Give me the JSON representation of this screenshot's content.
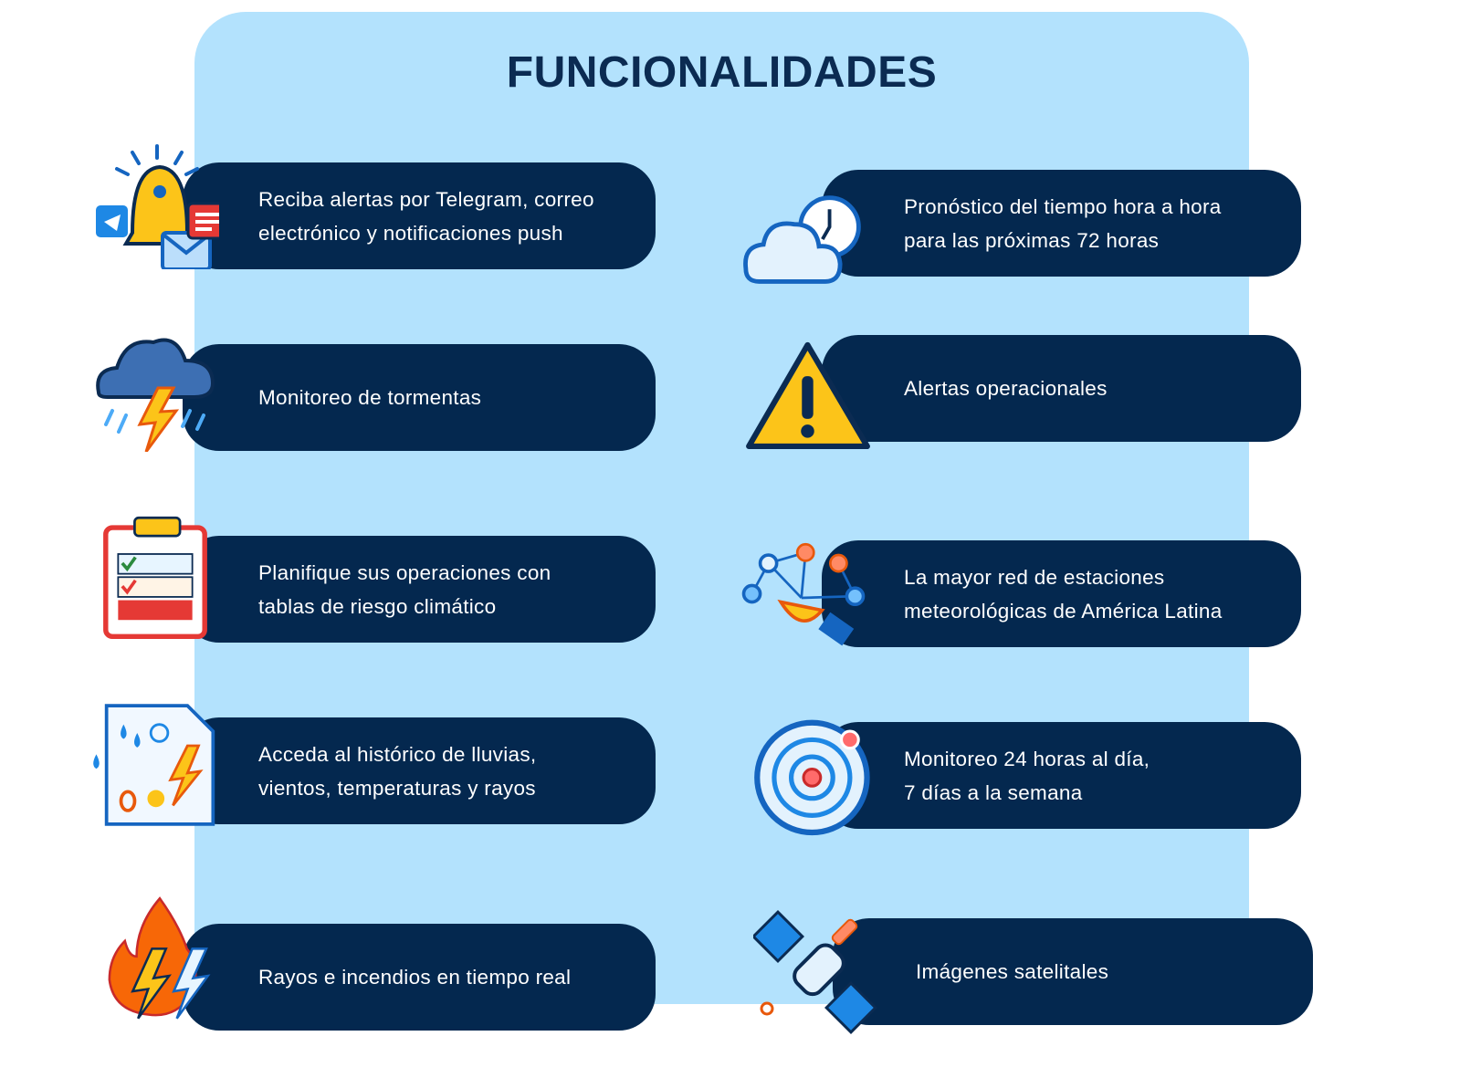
{
  "title": "FUNCIONALIDADES",
  "features_left": [
    {
      "line1": "Reciba alertas por Telegram, correo",
      "line2": "electrónico y notificaciones push",
      "icon": "bell-notifications-icon"
    },
    {
      "line1": "Monitoreo de tormentas",
      "line2": "",
      "icon": "storm-cloud-icon"
    },
    {
      "line1": "Planifique sus operaciones con",
      "line2": "tablas de riesgo climático",
      "icon": "clipboard-icon"
    },
    {
      "line1": "Acceda al histórico de lluvias,",
      "line2": "vientos, temperaturas y rayos",
      "icon": "weather-history-document-icon"
    },
    {
      "line1": "Rayos e incendios en tiempo real",
      "line2": "",
      "icon": "fire-lightning-icon"
    }
  ],
  "features_right": [
    {
      "line1": "Pronóstico del tiempo hora a hora",
      "line2": "para las próximas 72 horas",
      "icon": "cloud-clock-icon"
    },
    {
      "line1": "Alertas operacionales",
      "line2": "",
      "icon": "warning-triangle-icon"
    },
    {
      "line1": "La mayor red de estaciones",
      "line2": "meteorológicas de América Latina",
      "icon": "station-network-icon"
    },
    {
      "line1": "Monitoreo 24 horas al día,",
      "line2": "7 días a la semana",
      "icon": "radar-icon"
    },
    {
      "line1": "Imágenes satelitales",
      "line2": "",
      "icon": "satellite-icon"
    }
  ],
  "colors": {
    "panel": "#b3e2fd",
    "pill": "#04284f",
    "title": "#0b2b52"
  }
}
